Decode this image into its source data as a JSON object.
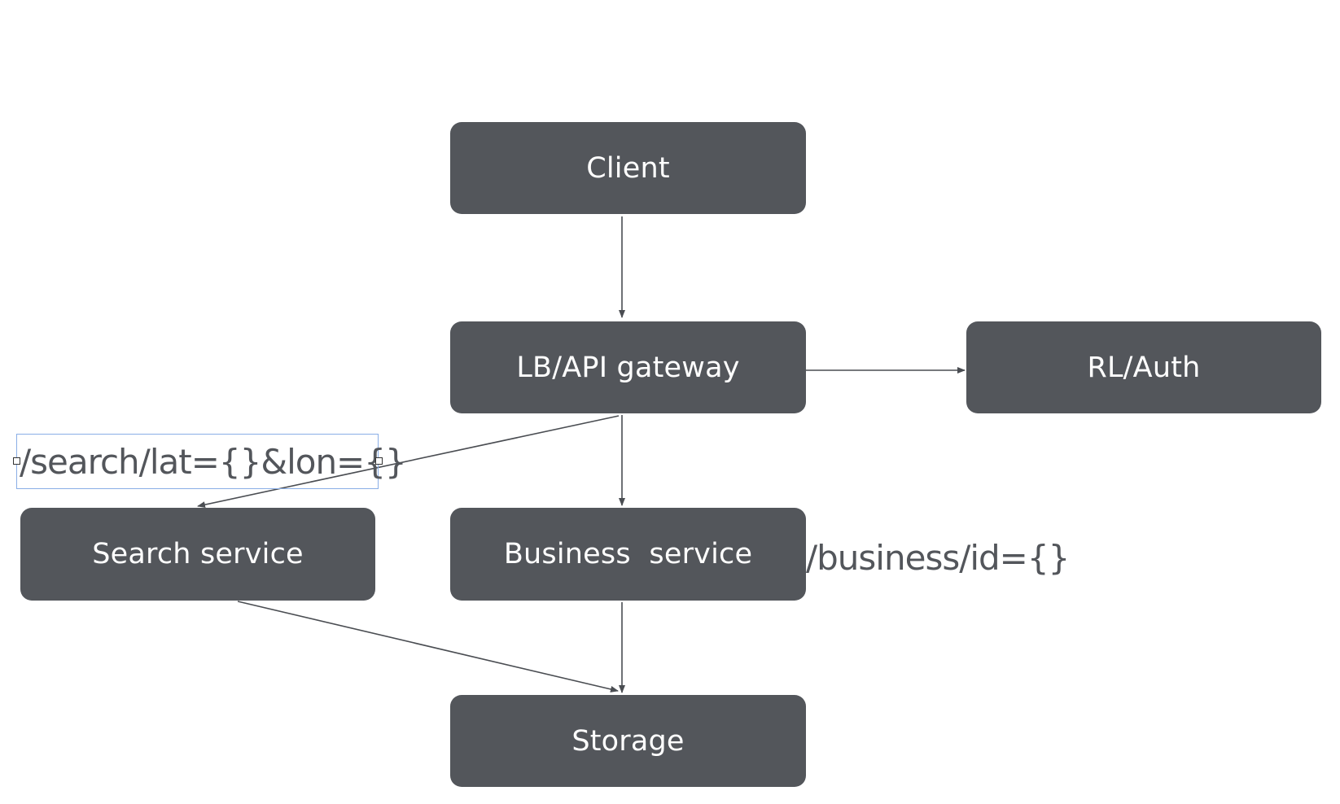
{
  "nodes": {
    "client": "Client",
    "gateway": "LB/API gateway",
    "auth": "RL/Auth",
    "search": "Search service",
    "business": "Business  service",
    "storage": "Storage"
  },
  "labels": {
    "search_route": "/search/lat={}&lon={}",
    "business_route": "/business/id={}"
  },
  "edges": [
    {
      "from": "client",
      "to": "gateway"
    },
    {
      "from": "gateway",
      "to": "auth"
    },
    {
      "from": "gateway",
      "to": "search"
    },
    {
      "from": "gateway",
      "to": "business"
    },
    {
      "from": "search",
      "to": "storage"
    },
    {
      "from": "business",
      "to": "storage"
    }
  ],
  "colors": {
    "node_fill": "#53565b",
    "node_text": "#ffffff",
    "edge": "#4a4d52",
    "label_text": "#53565b",
    "selection": "#8aaee6"
  }
}
